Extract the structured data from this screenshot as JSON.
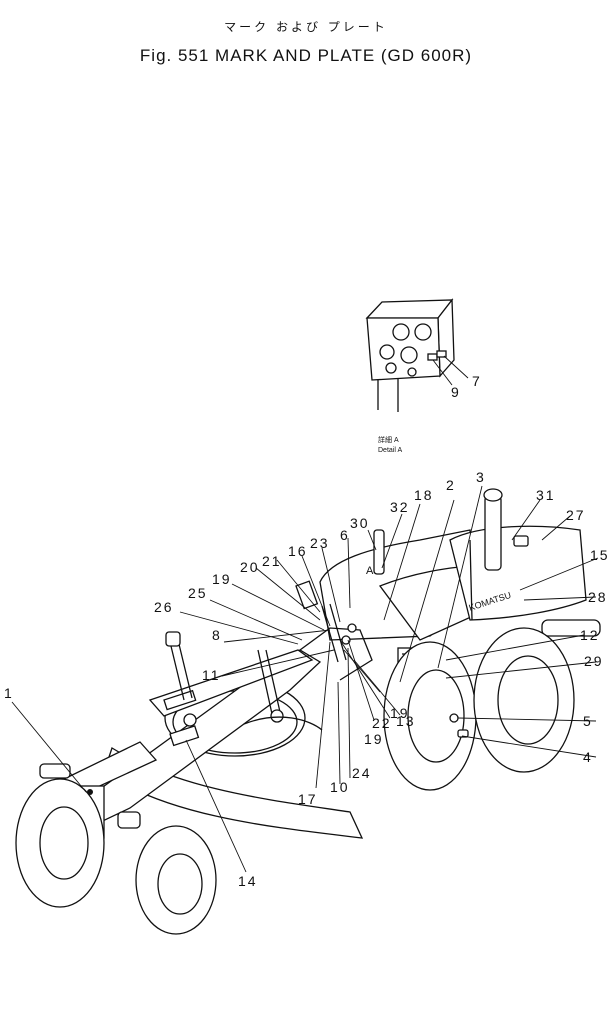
{
  "header": {
    "title_jp": "マーク および プレート",
    "title_en": "Fig. 551 MARK AND PLATE (GD 600R)"
  },
  "detail": {
    "label_jp": "詳細 A",
    "label_en": "Detail A",
    "callouts": [
      "9",
      "7"
    ]
  },
  "machine": {
    "brand_on_hood": "KOMATSU",
    "detail_ref": "A"
  },
  "callouts": [
    "1",
    "2",
    "3",
    "4",
    "5",
    "6",
    "8",
    "10",
    "11",
    "12",
    "13",
    "14",
    "15",
    "16",
    "17",
    "18",
    "19",
    "19",
    "19",
    "20",
    "21",
    "22",
    "23",
    "24",
    "25",
    "26",
    "27",
    "28",
    "29",
    "30",
    "31",
    "32"
  ]
}
